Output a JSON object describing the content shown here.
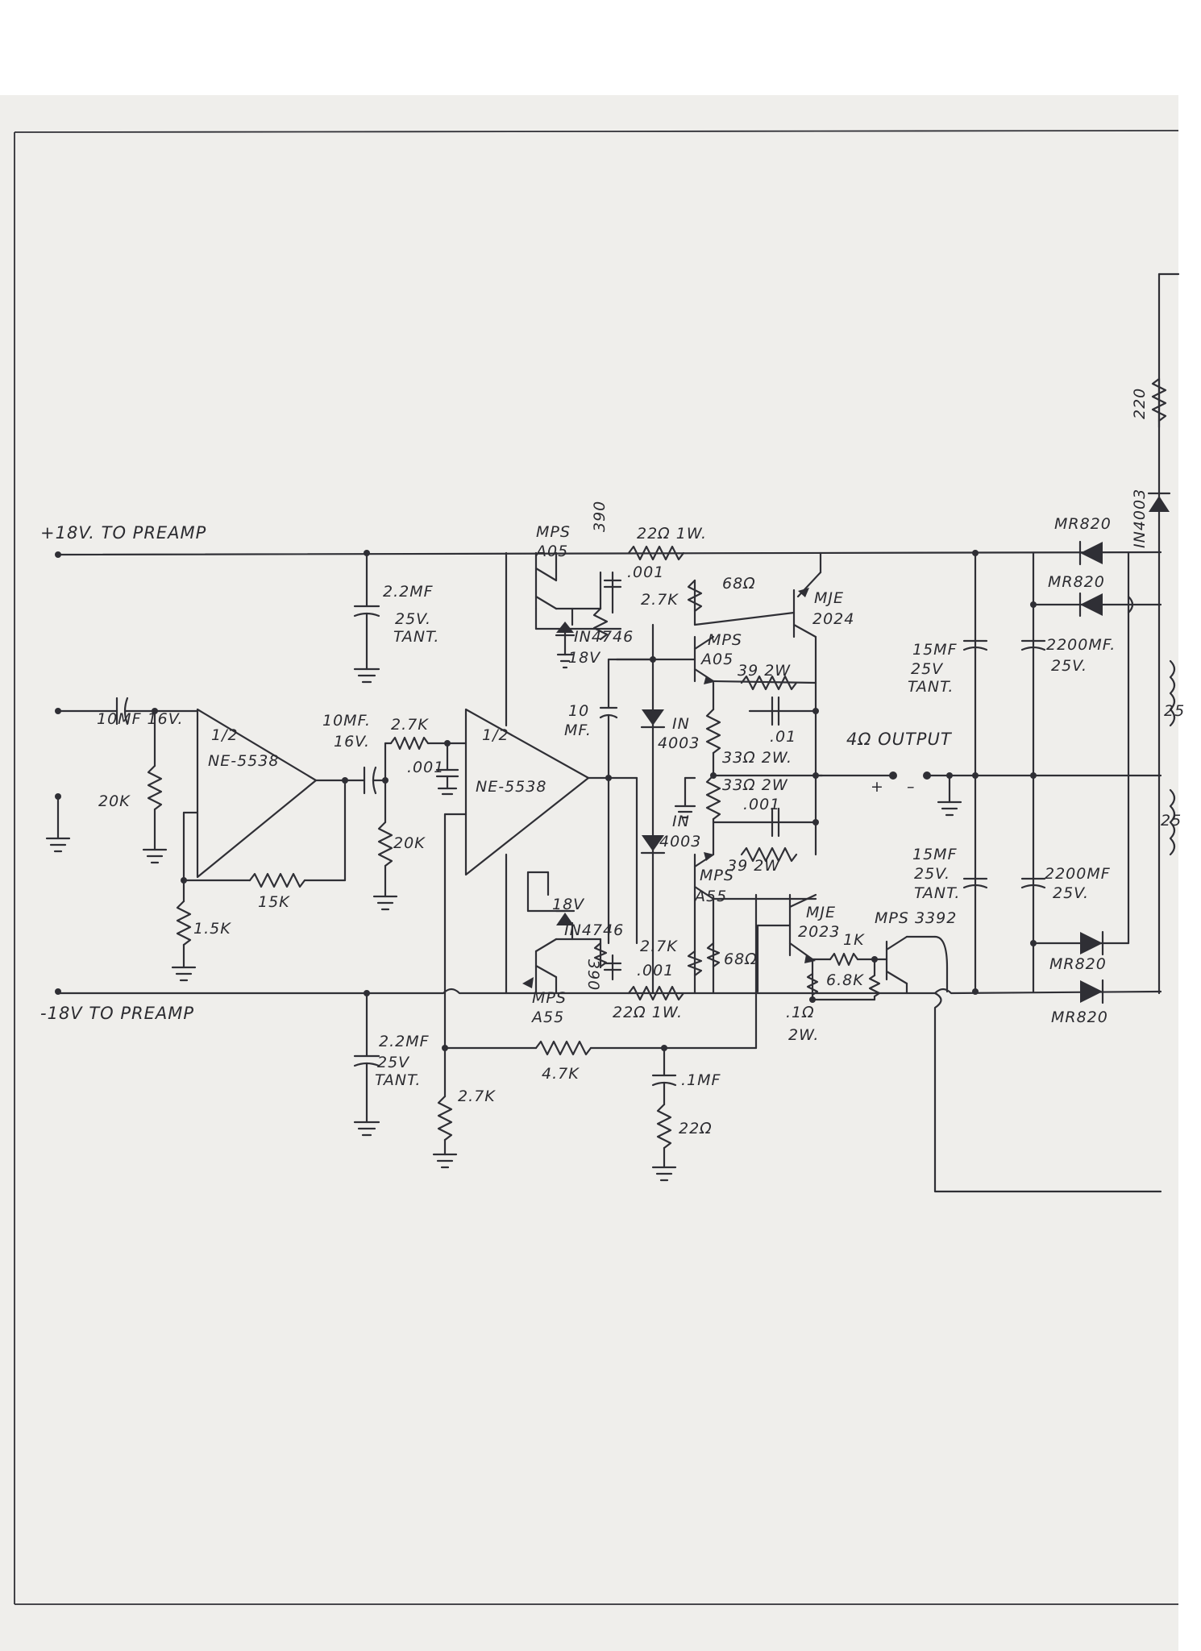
{
  "rails": {
    "pos": "+18V.  TO PREAMP",
    "neg": "-18V  TO PREAMP"
  },
  "labels": {
    "c_in": "10MF 16V.",
    "r_in": "20K",
    "op1_half": "1/2",
    "op1": "NE-5538",
    "r_fb1": "15K",
    "r_gnd1": "1.5K",
    "c_cpl": "10MF.",
    "c_cpl_v": "16V.",
    "r_27k_a": "2.7K",
    "c_001_a": ".001",
    "r_20k_b": "20K",
    "op2_half": "1/2",
    "op2": "NE-5538",
    "c_pos_a": "2.2MF",
    "c_pos_b": "25V.",
    "c_pos_c": "TANT.",
    "c_neg_a": "2.2MF",
    "c_neg_b": "25V",
    "c_neg_c": "TANT.",
    "q_a05_top": "MPS",
    "q_a05_top2": "A05",
    "r_390_top": "390",
    "r_22_top": "22Ω 1W.",
    "c_001_top": ".001",
    "r_27k_top": "2.7K",
    "z_top": "IN4746",
    "z_top_v": "18V",
    "r_68_top": "68Ω",
    "q_mje_top": "MJE",
    "q_mje_top2": "2024",
    "q_a05_mid": "MPS",
    "q_a05_mid2": "A05",
    "r_39_top": "39  2W",
    "c_10mf": "10",
    "c_10mf2": "MF.",
    "d_top": "IN",
    "d_top2": "4003",
    "c_01": ".01",
    "r_33_a": "33Ω 2W.",
    "r_33_b": "33Ω 2W",
    "c_001_mid": ".001",
    "d_bot": "IN",
    "d_bot2": "4003",
    "r_39_bot": "39  2W",
    "q_a55_mid": "MPS",
    "q_a55_mid2": "A55",
    "output": "4Ω  OUTPUT",
    "out_plus": "+",
    "out_minus": "–",
    "z_bot_v": "18V",
    "z_bot": "IN4746",
    "r_27k_bot": "2.7K",
    "r_390_bot": "390",
    "c_001_bot": ".001",
    "r_68_bot": "68Ω",
    "q_a55_bot": "MPS",
    "q_a55_bot2": "A55",
    "r_22_bot": "22Ω 1W.",
    "q_mje_bot": "MJE",
    "q_mje_bot2": "2023",
    "r_1k": "1K",
    "q_3392": "MPS 3392",
    "r_68k": "6.8K",
    "r_01": ".1Ω",
    "r_01b": "2W.",
    "r_47k": "4.7K",
    "r_27k_fb": "2.7K",
    "c_1mf": ".1MF",
    "r_22_z": "22Ω",
    "c_15mf_top": "15MF",
    "c_15mf_top2": "25V",
    "c_15mf_top3": "TANT.",
    "c_2200_top": "2200MF.",
    "c_2200_top2": "25V.",
    "c_15mf_bot": "15MF",
    "c_15mf_bot2": "25V.",
    "c_15mf_bot3": "TANT.",
    "c_2200_bot": "2200MF",
    "c_2200_bot2": "25V.",
    "d_mr1": "MR820",
    "d_mr2": "MR820",
    "d_mr3": "MR820",
    "d_mr4": "MR820",
    "r_220": "220",
    "d_1n4003_r": "IN4003",
    "xfmr_25a": "25",
    "xfmr_25b": "25"
  }
}
